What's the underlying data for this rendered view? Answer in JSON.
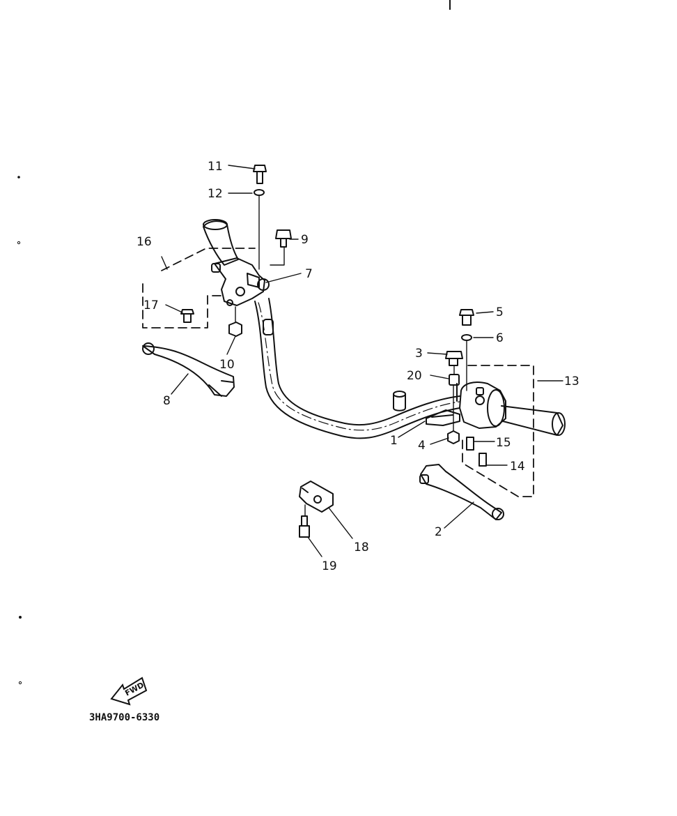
{
  "diagram": {
    "part_callouts": [
      "1",
      "2",
      "3",
      "4",
      "5",
      "6",
      "7",
      "8",
      "9",
      "10",
      "11",
      "12",
      "13",
      "14",
      "15",
      "16",
      "17",
      "18",
      "19",
      "20"
    ],
    "direction_marker": "FWD",
    "drawing_code": "3HA9700-6330"
  }
}
